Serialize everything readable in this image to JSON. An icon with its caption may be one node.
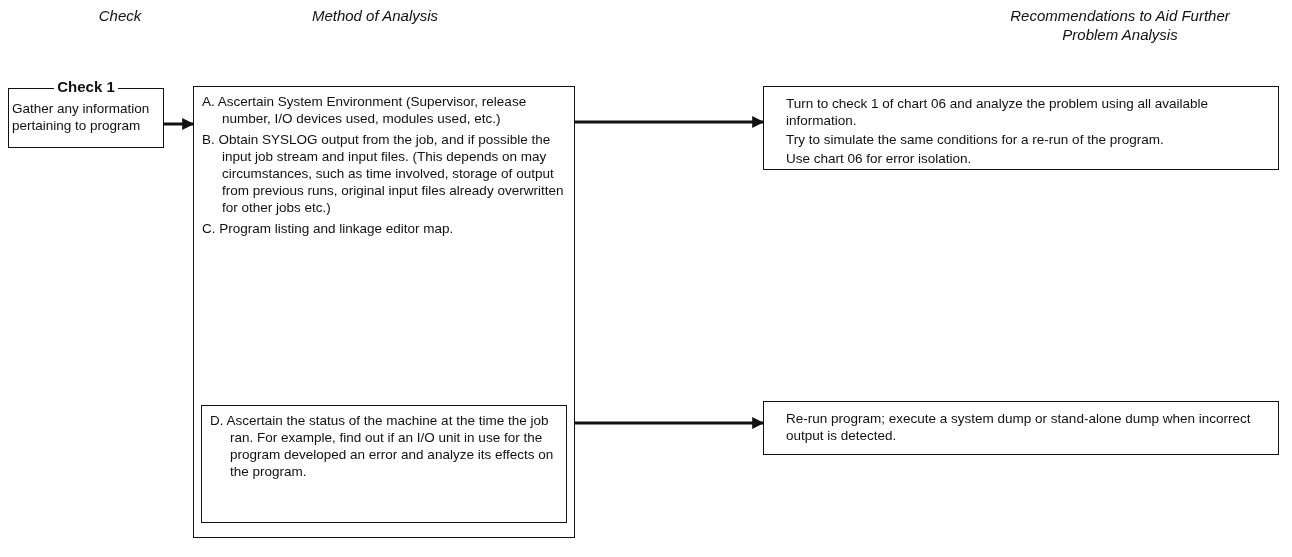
{
  "diagram": {
    "nodes": [
      {
        "text": [
          "Check 1",
          "Gather any information pertaining to program"
        ]
      },
      {
        "text": [
          "A. Ascertain System Environment (Supervisor, release number, I/O devices used, modules used, etc.)",
          "B. Obtain SYSLOG output from the job, and if possible the input job stream and input files. (This depends on may circumstances, such as time involved, storage of output from previous runs, original input files already overwritten for other jobs etc.)",
          "C. Program listing and linkage editor map."
        ]
      },
      {
        "text": [
          "D. Ascertain the status of the machine at the time the job ran. For example, find out if an I/O unit in use for the program developed an error and analyze its effects on the program."
        ],
        "in": 1
      },
      {
        "text": [
          "Turn to check 1 of chart 06 and analyze the problem using all available information.",
          "Try to simulate the same conditions for a re-run of the program.",
          "Use chart 06 for error isolation."
        ]
      },
      {
        "text": [
          "Re-run program; execute a system dump or stand-alone dump when incorrect output is detected."
        ]
      }
    ],
    "edges": [
      {
        "from": 0,
        "to": 1,
        "arrow": "to"
      },
      {
        "from": 1,
        "to": 3,
        "arrow": "to"
      },
      {
        "from": 2,
        "to": 4,
        "arrow": "to"
      }
    ],
    "labels": [
      "Check",
      "Method of Analysis",
      "Recommendations to Aid Further Problem Analysis"
    ]
  }
}
